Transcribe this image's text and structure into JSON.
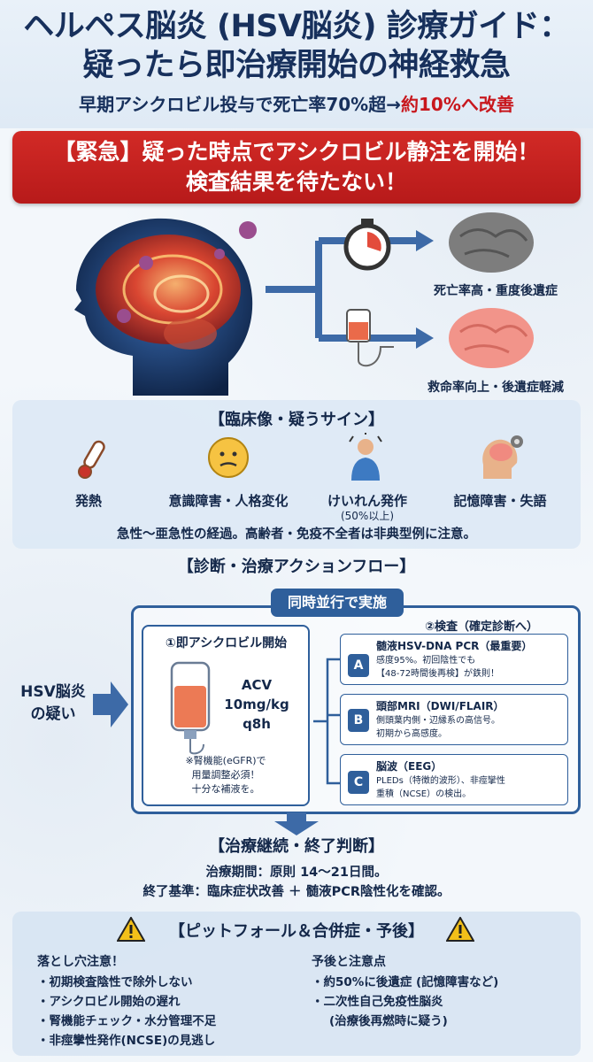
{
  "header": {
    "title_line1": "ヘルペス脳炎 (HSV脳炎) 診療ガイド：",
    "title_line2": "疑ったら即治療開始の神経救急",
    "subtitle_main": "早期アシクロビル投与で死亡率70%超→",
    "subtitle_highlight": "約10%へ改善"
  },
  "urgent_banner": {
    "line1": "【緊急】疑った時点でアシクロビル静注を開始！",
    "line2": "検査結果を待たない！"
  },
  "outcomes": {
    "delayed_label": "死亡率高・重度後遺症",
    "early_label": "救命率向上・後遺症軽減"
  },
  "clinical": {
    "title": "【臨床像・疑うサイン】",
    "signs": [
      {
        "label": "発熱",
        "icon": "thermometer-icon"
      },
      {
        "label": "意識障害・人格変化",
        "icon": "confused-face-icon"
      },
      {
        "label": "けいれん発作",
        "sub": "(50%以上)",
        "icon": "seizure-person-icon"
      },
      {
        "label": "記憶障害・失語",
        "icon": "brain-gear-icon"
      }
    ],
    "note": "急性〜亜急性の経過。高齢者・免疫不全者は非典型例に注意。"
  },
  "flow": {
    "title": "【診断・治療アクションフロー】",
    "parallel_tag": "同時並行で実施",
    "suspect_line1": "HSV脳炎",
    "suspect_line2": "の疑い",
    "acv": {
      "title": "①即アシクロビル開始",
      "dose_line1": "ACV",
      "dose_line2": "10mg/kg",
      "dose_line3": "q8h",
      "note_line1": "※腎機能(eGFR)で",
      "note_line2": "用量調整必須！",
      "note_line3": "十分な補液を。"
    },
    "exam_header": "②検査（確定診断へ）",
    "exams": [
      {
        "letter": "A",
        "title": "髄液HSV-DNA PCR（最重要）",
        "body1": "感度95%。初回陰性でも",
        "body2": "【48-72時間後再検】が鉄則！"
      },
      {
        "letter": "B",
        "title": "頭部MRI（DWI/FLAIR）",
        "body1": "側頭葉内側・辺縁系の高信号。",
        "body2": "初期から高感度。"
      },
      {
        "letter": "C",
        "title": "脳波（EEG）",
        "body1": "PLEDs（特徴的波形）、非痙攣性",
        "body2": "重積（NCSE）の検出。"
      }
    ]
  },
  "continuation": {
    "title": "【治療継続・終了判断】",
    "line1": "治療期間：原則 14〜21日間。",
    "line2": "終了基準：臨床症状改善 ＋ 髄液PCR陰性化を確認。"
  },
  "pitfalls": {
    "title": "【ピットフォール＆合併症・予後】",
    "left_header": "落とし穴注意！",
    "left_items": [
      "・初期検査陰性で除外しない",
      "・アシクロビル開始の遅れ",
      "・腎機能チェック・水分管理不足",
      "・非痙攣性発作(NCSE)の見逃し"
    ],
    "right_header": "予後と注意点",
    "right_items": [
      "・約50%に後遺症 (記憶障害など)",
      "・二次性自己免疫性脳炎",
      "(治療後再燃時に疑う)"
    ]
  },
  "colors": {
    "navy": "#14284a",
    "accent_blue": "#2f5f9b",
    "alert_red": "#c8171d"
  }
}
